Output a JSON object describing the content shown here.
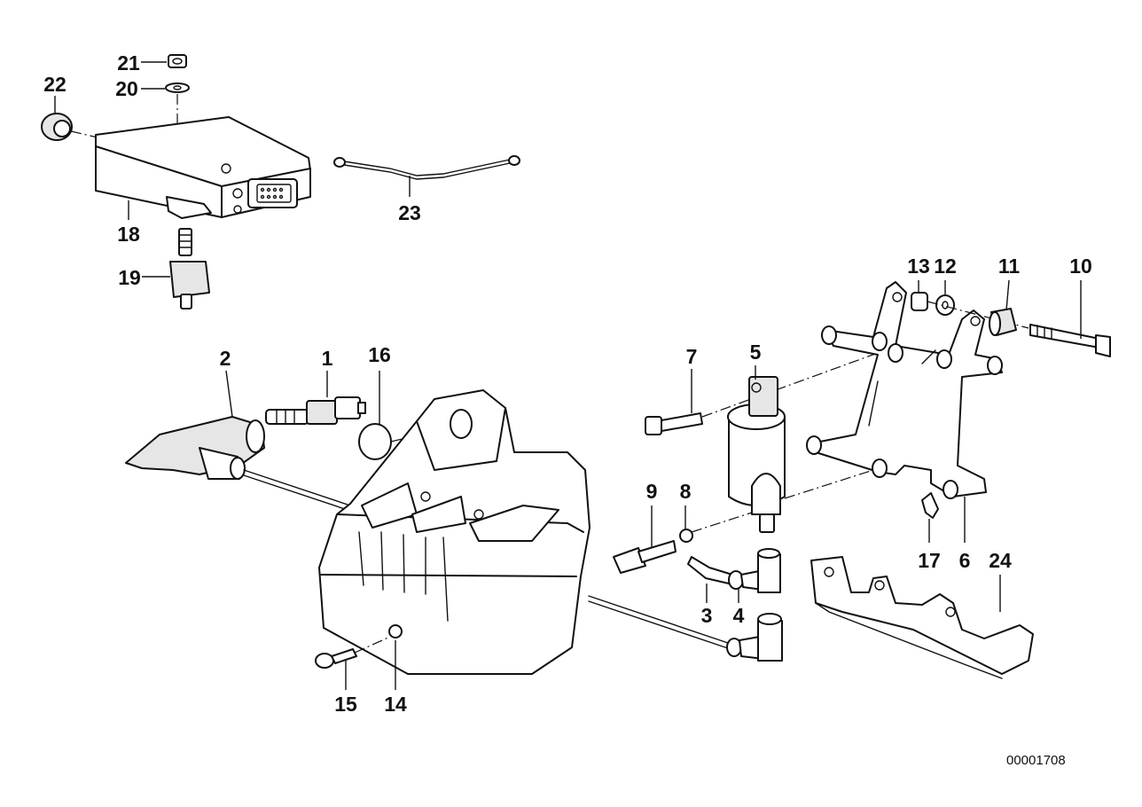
{
  "diagram": {
    "callouts": {
      "c1": "1",
      "c2": "2",
      "c3": "3",
      "c4": "4",
      "c5": "5",
      "c6": "6",
      "c7": "7",
      "c8": "8",
      "c9": "9",
      "c10": "10",
      "c11": "11",
      "c12": "12",
      "c13": "13",
      "c14": "14",
      "c15": "15",
      "c16": "16",
      "c17": "17",
      "c18": "18",
      "c19": "19",
      "c20": "20",
      "c21": "21",
      "c22": "22",
      "c23": "23",
      "c24": "24"
    },
    "document_number": "00001708"
  }
}
